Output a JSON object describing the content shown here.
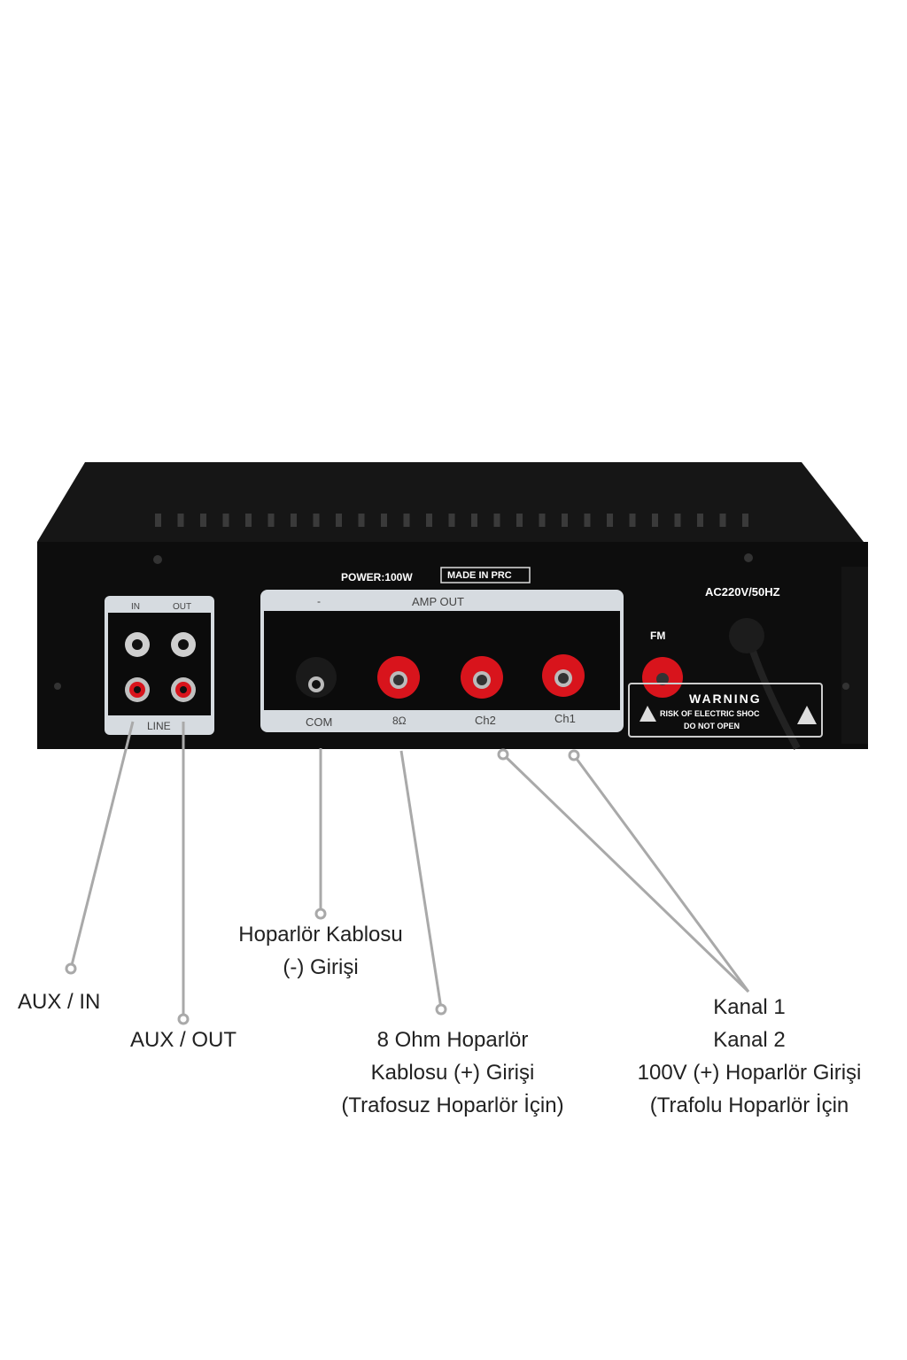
{
  "device": {
    "power_label": "POWER:100W",
    "made_in_label": "MADE IN PRC",
    "line_panel": {
      "in": "IN",
      "out": "OUT",
      "title": "LINE"
    },
    "amp_out_panel": {
      "title": "AMP OUT",
      "minus": "-",
      "terminals": [
        "COM",
        "8Ω",
        "Ch2",
        "Ch1"
      ]
    },
    "fm_label": "FM",
    "ac_label": "AC220V/50HZ",
    "warning": {
      "title": "WARNING",
      "line1": "RISK OF ELECTRIC SHOC",
      "line2": "DO NOT OPEN"
    },
    "colors": {
      "body": "#111111",
      "terminal_red": "#d8141c",
      "panel_silver": "#d6dbe0",
      "callout_line": "#a9a9a9"
    }
  },
  "callouts": {
    "speaker_minus": [
      "Hoparlör Kablosu",
      "(-) Girişi"
    ],
    "aux_in": "AUX / IN",
    "aux_out": "AUX / OUT",
    "ohm8": [
      "8 Ohm Hoparlör",
      "Kablosu (+) Girişi",
      "(Trafosuz Hoparlör İçin)"
    ],
    "channels": [
      "Kanal 1",
      "Kanal 2",
      "100V (+) Hoparlör Girişi",
      "(Trafolu Hoparlör İçin"
    ]
  }
}
